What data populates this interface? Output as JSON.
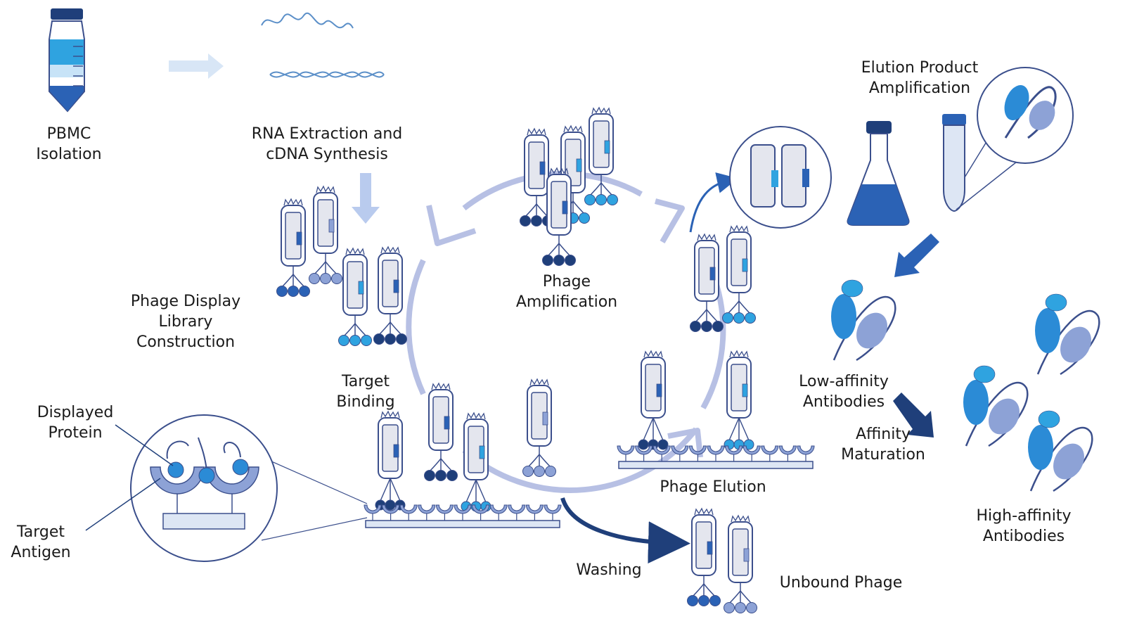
{
  "labels": {
    "pbmc": [
      "PBMC",
      "Isolation"
    ],
    "rna": [
      "RNA Extraction and",
      "cDNA Synthesis"
    ],
    "library": [
      "Phage Display",
      "Library",
      "Construction"
    ],
    "amplification": [
      "Phage",
      "Amplification"
    ],
    "elution_product": [
      "Elution Product",
      "Amplification"
    ],
    "low_affinity": [
      "Low-affinity",
      "Antibodies"
    ],
    "affinity_maturation": [
      "Affinity",
      "Maturation"
    ],
    "high_affinity": [
      "High-affinity",
      "Antibodies"
    ],
    "target_binding": [
      "Target",
      "Binding"
    ],
    "phage_elution": [
      "Phage Elution"
    ],
    "washing": [
      "Washing"
    ],
    "unbound": [
      "Unbound Phage"
    ],
    "displayed_protein": [
      "Displayed",
      "Protein"
    ],
    "target_antigen": [
      "Target",
      "Antigen"
    ]
  },
  "colors": {
    "outline": "#3b4f8c",
    "phage_fill": "#e4e6ee",
    "cycle": "#b7c0e4",
    "dark_navy": "#1f3f7a",
    "mid_blue": "#2b62b5",
    "light_blue": "#2fa3e0",
    "lavender": "#8da2d6",
    "pale_arrow": "#d8e6f6"
  },
  "icons": [
    "tube-icon",
    "rna-strand-icon",
    "dna-helix-icon",
    "flask-icon",
    "centrifuge-tube-icon",
    "antibody-icon",
    "phage-icon",
    "magnifier-inset-icon"
  ]
}
